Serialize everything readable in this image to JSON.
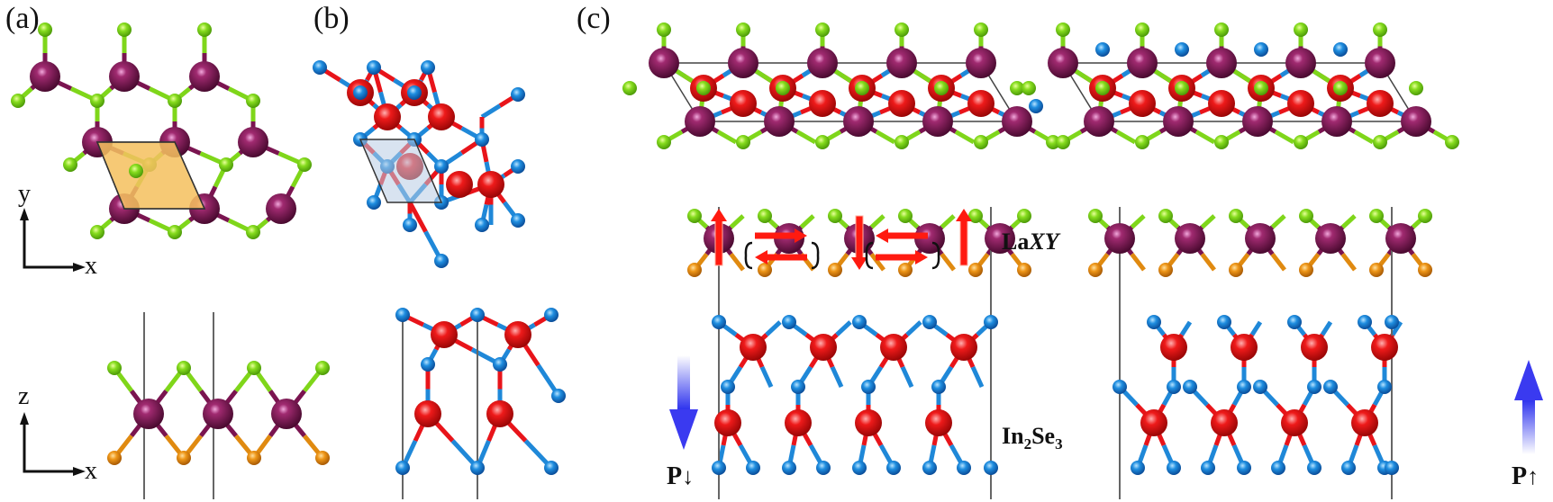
{
  "figure": {
    "panels": [
      {
        "id": "a",
        "label": "(a)"
      },
      {
        "id": "b",
        "label": "(b)"
      },
      {
        "id": "c",
        "label": "(c)"
      }
    ],
    "axes": {
      "top_view": {
        "vertical": "y",
        "horizontal": "x"
      },
      "side_view": {
        "vertical": "z",
        "horizontal": "x"
      }
    },
    "labels": {
      "laxy_prefix": "La",
      "laxy_italic": "XY",
      "in2se3_in": "In",
      "in2se3_sub1": "2",
      "in2se3_se": "Se",
      "in2se3_sub2": "3",
      "p_down_letter": "P",
      "p_down_arrow": "↓",
      "p_up_letter": "P",
      "p_up_arrow": "↑"
    },
    "colors": {
      "La": "#7a1450",
      "X_green": "#7fd61a",
      "Y_orange": "#e08a10",
      "In_red": "#e8141a",
      "Se_blue": "#1f88d8",
      "unit_cell_a": "#f5c060",
      "unit_cell_b": "#b8cce4",
      "spin_arrow": "#ff1a10",
      "polarization_arrow": "#3a3af0",
      "cell_line": "#555555"
    },
    "atom_legend": [
      {
        "species": "La",
        "color_key": "La",
        "description": "large purple spheres"
      },
      {
        "species": "X",
        "color_key": "X_green",
        "description": "green small spheres"
      },
      {
        "species": "Y",
        "color_key": "Y_orange",
        "description": "orange small spheres"
      },
      {
        "species": "In",
        "color_key": "In_red",
        "description": "red large spheres"
      },
      {
        "species": "Se",
        "color_key": "Se_blue",
        "description": "blue small spheres"
      }
    ],
    "spin_configuration": {
      "description": "Spin arrows on La atoms in LaXY/In2Se3 side view (P down)",
      "arrows": [
        "up",
        "right/left pair",
        "down",
        "left/right pair",
        "up"
      ]
    }
  }
}
